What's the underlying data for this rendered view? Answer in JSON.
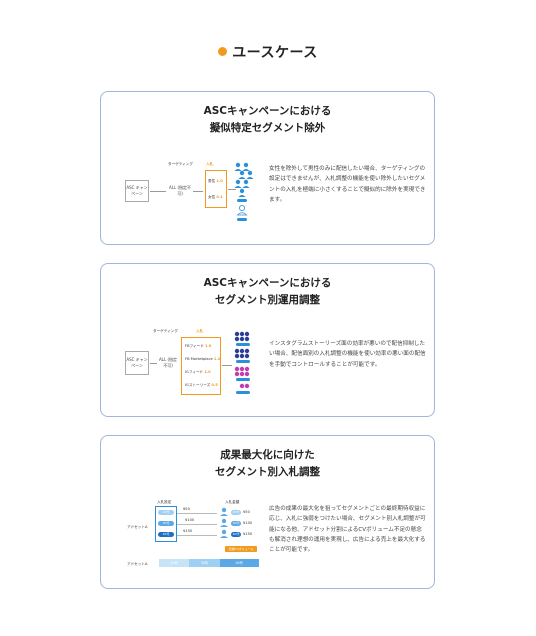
{
  "page": {
    "title": "ユースケース",
    "accent": "#f29a1f",
    "border": "#9fb6dd"
  },
  "cards": [
    {
      "title_line1": "ASCキャンペーンにおける",
      "title_line2": "擬似特定セグメント除外",
      "desc": "女性を除外して男性のみに配信したい場合、ターゲティングの設定はできませんが、入札調整の機能を使い除外したいセグメントの入札を極端に小さくすることで擬似的に除外を実現できます。",
      "diagram": {
        "targeting_label": "ターゲティング",
        "bid_label": "入札",
        "asc": "ASC キャンペーン",
        "all": "ALL (指定不可)",
        "rows": [
          {
            "name": "男性",
            "val": "1.0"
          },
          {
            "name": "女性",
            "val": "0.1"
          }
        ],
        "male_tag": "男性",
        "female_tag": "女性"
      }
    },
    {
      "title_line1": "ASCキャンペーンにおける",
      "title_line2": "セグメント別運用調整",
      "desc": "インスタグラムストーリーズ面の効率が悪いので配信抑制したい場合、配信面別の入札調整の機能を使い効率の悪い面の配信を手動でコントロールすることが可能です。",
      "diagram": {
        "targeting_label": "ターゲティング",
        "bid_label": "入札",
        "asc": "ASC キャンペーン",
        "all": "ALL (指定不可)",
        "rows": [
          {
            "name": "FBフィード",
            "val": "1.0"
          },
          {
            "name": "FB Marketplace",
            "val": "1.2"
          },
          {
            "name": "IGフィード",
            "val": "1.0"
          },
          {
            "name": "IGストーリーズ",
            "val": "0.5"
          }
        ]
      }
    },
    {
      "title_line1": "成果最大化に向けた",
      "title_line2": "セグメント別入札調整",
      "desc": "広告の成果の最大化を狙ってセグメントごとの最終期待収益に応じ、入札に強弱をつけたい場合、セグメント別入札調整が可能になる他、アドセット分割によるCVボリューム不足の懸念も解消され理想の運用を実現し、広告による売上を最大化することが可能です。",
      "diagram": {
        "bid_setting": "入札設定",
        "bid_amount": "入札金額",
        "adset_a": "アドセットA",
        "adset_a2": "アドセットA",
        "ages": [
          {
            "age": "20代",
            "yen": "¥50"
          },
          {
            "age": "30代",
            "yen": "¥100"
          },
          {
            "age": "40代",
            "yen": "¥150"
          }
        ],
        "cv_tag": "高額CVボリューム",
        "bar": [
          "20代",
          "30代",
          "40代"
        ]
      }
    }
  ]
}
